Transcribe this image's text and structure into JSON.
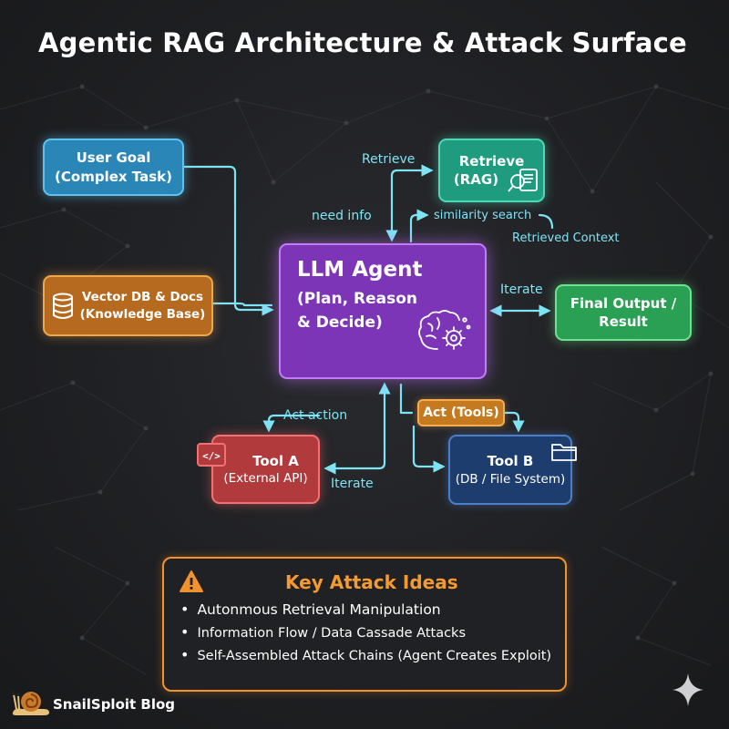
{
  "title": "Agentic RAG Architecture & Attack Surface",
  "colors": {
    "flow_arrow": "#7ee4f4",
    "user_goal": "#2b86b8",
    "retrieve": "#1f9b80",
    "vector_db": "#b56a1f",
    "llm_agent": "#7d35b8",
    "final_output": "#2aa055",
    "act_tools": "#c57a1f",
    "tool_a": "#b13a3c",
    "tool_b": "#1d3d6e",
    "attack_accent": "#f0922e"
  },
  "nodes": {
    "user_goal": {
      "line1": "User Goal",
      "line2": "(Complex Task)"
    },
    "retrieve": {
      "line1": "Retrieve",
      "line2": "(RAG)",
      "icon": "document-search-icon"
    },
    "vector_db": {
      "line1": "Vector DB & Docs",
      "line2": "(Knowledge Base)",
      "icon": "database-icon"
    },
    "llm_agent": {
      "line1": "LLM Agent",
      "line2": "(Plan, Reason",
      "line3": "& Decide)",
      "icon": "brain-gear-icon"
    },
    "final_output": {
      "line1": "Final Output /",
      "line2": "Result"
    },
    "act_tools": {
      "label": "Act (Tools)"
    },
    "tool_a": {
      "line1": "Tool A",
      "line2": "(External API)",
      "icon": "code-icon"
    },
    "tool_b": {
      "line1": "Tool B",
      "line2": "(DB / File System)",
      "icon": "folder-icon"
    }
  },
  "edge_labels": {
    "retrieve": "Retrieve",
    "need_info": "need info",
    "similarity_search": "similarity search",
    "retrieved_context": "Retrieved Context",
    "iterate_right": "Iterate",
    "act_action": "Act action",
    "iterate_bottom": "Iterate"
  },
  "attack_ideas": {
    "title": "Key Attack Ideas",
    "icon": "warning-icon",
    "items": [
      "Autonmous Retrieval Manipulation",
      "Information Flow / Data Cassade Attacks",
      "Self-Assembled Attack Chains (Agent Creates Exploit)"
    ]
  },
  "branding": {
    "name": "SnailSploit Blog",
    "logo": "snail-icon",
    "corner_mark": "sparkle-icon"
  }
}
